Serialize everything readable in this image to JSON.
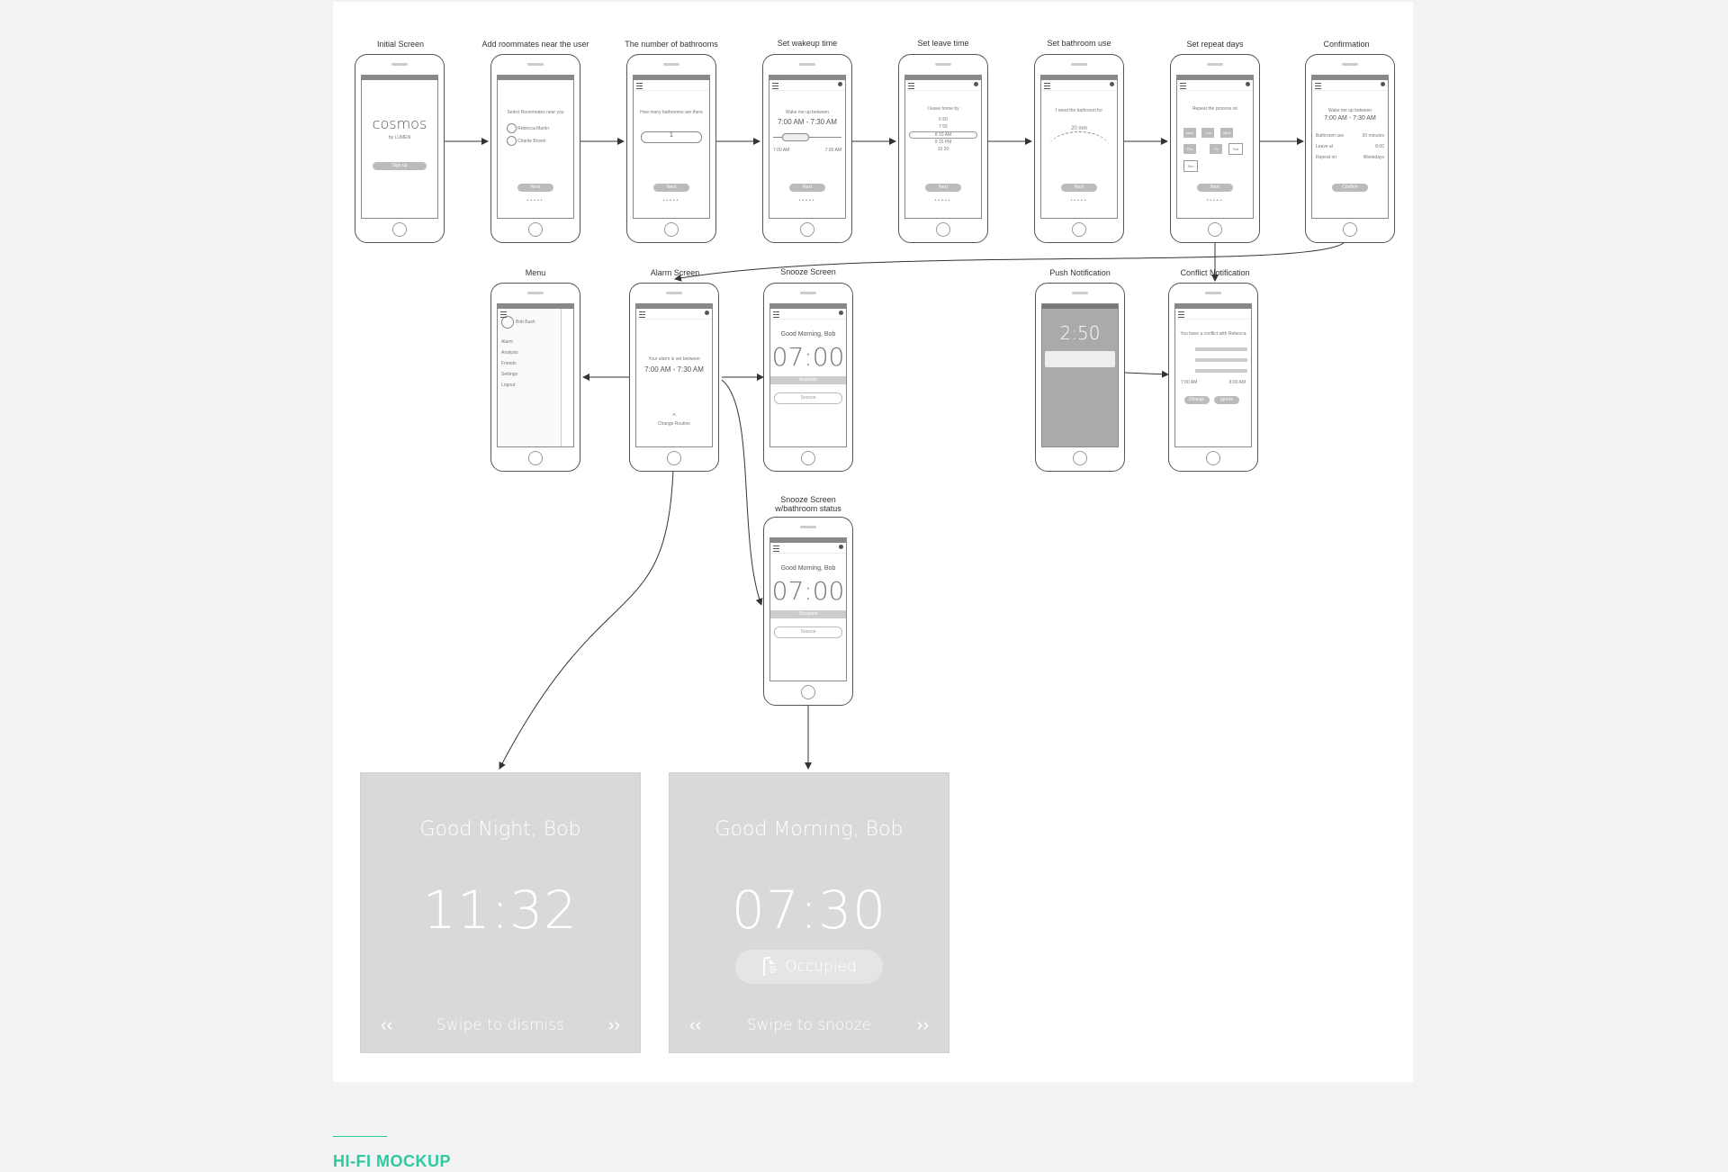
{
  "labels": {
    "initial": "Initial Screen",
    "roommates": "Add roommates near the user",
    "bathrooms": "The number of bathrooms",
    "wakeup": "Set wakeup time",
    "leave": "Set leave time",
    "bath_use": "Set bathroom use",
    "repeat": "Set repeat days",
    "confirm": "Confirmation",
    "menu": "Menu",
    "alarm": "Alarm Screen",
    "snooze": "Snooze Screen",
    "push": "Push Notification",
    "conflict": "Conflict Notification",
    "snooze_status": "Snooze Screen\nw/bathroom status"
  },
  "screens": {
    "initial": {
      "logo": "cosmos",
      "by": "by LUMEN",
      "signup": "Sign up"
    },
    "roommates": {
      "prompt": "Select Roommates near you",
      "people": [
        "Rebecca Martin",
        "Charlie Brown"
      ],
      "next": "Next"
    },
    "bathrooms": {
      "prompt": "How many bathrooms are there",
      "value": "1",
      "next": "Next"
    },
    "wakeup": {
      "prompt": "Wake me up between",
      "range": "7:00 AM - 7:30 AM",
      "left": "7:00 AM",
      "right": "7:30 AM",
      "next": "Next"
    },
    "leave": {
      "prompt": "I leave home by",
      "times": [
        "6  50",
        "7  55",
        "8  10  AM",
        "9  15  PM",
        "10  20"
      ],
      "next": "Next"
    },
    "bath_use": {
      "prompt": "I need the bathroom for",
      "value": "20 min",
      "next": "Next"
    },
    "repeat": {
      "prompt": "Repeat the process on",
      "days": [
        "Mon",
        "Tue",
        "Wed",
        "Thu",
        "Fri",
        "Sat",
        "Sun"
      ],
      "next": "Next"
    },
    "confirm": {
      "prompt": "Wake me up between",
      "range": "7:00 AM - 7:30 AM",
      "rows": [
        [
          "Bathroom use",
          "20 minutes"
        ],
        [
          "Leave at",
          "8:00"
        ],
        [
          "Repeat on",
          "Weekdays"
        ]
      ],
      "button": "Confirm"
    },
    "menu": {
      "user": "Bob Bush",
      "items": [
        "Alarm",
        "Analysis",
        "Friends",
        "Settings",
        "Logout"
      ]
    },
    "alarm": {
      "prompt": "Your alarm is set between",
      "range": "7:00 AM - 7:30 AM",
      "change": "Change Routine"
    },
    "snooze": {
      "greeting": "Good Morning, Bob",
      "time": "07:00",
      "status": "Available",
      "snooze": "Snooze"
    },
    "snooze_status": {
      "greeting": "Good Morning, Bob",
      "time": "07:00",
      "status": "Occupied",
      "snooze": "Snooze"
    },
    "push": {
      "time": "2:50"
    },
    "conflict": {
      "prompt": "You have a conflict with Rebecca",
      "time": "7:00 AM",
      "time2": "8:00 AM",
      "change": "Change",
      "ignore": "Ignore"
    }
  },
  "hifi": {
    "night": {
      "greeting": "Good Night, Bob",
      "time": "11:32",
      "swipe": "Swipe to dismiss"
    },
    "morning": {
      "greeting": "Good Morning, Bob",
      "time": "07:30",
      "status": "Occupied",
      "swipe": "Swipe to snooze"
    }
  },
  "section": {
    "title": "HI-FI MOCKUP"
  },
  "colors": {
    "accent": "#2ec9a0",
    "card": "#d9d9d9",
    "outline": "#555555"
  }
}
